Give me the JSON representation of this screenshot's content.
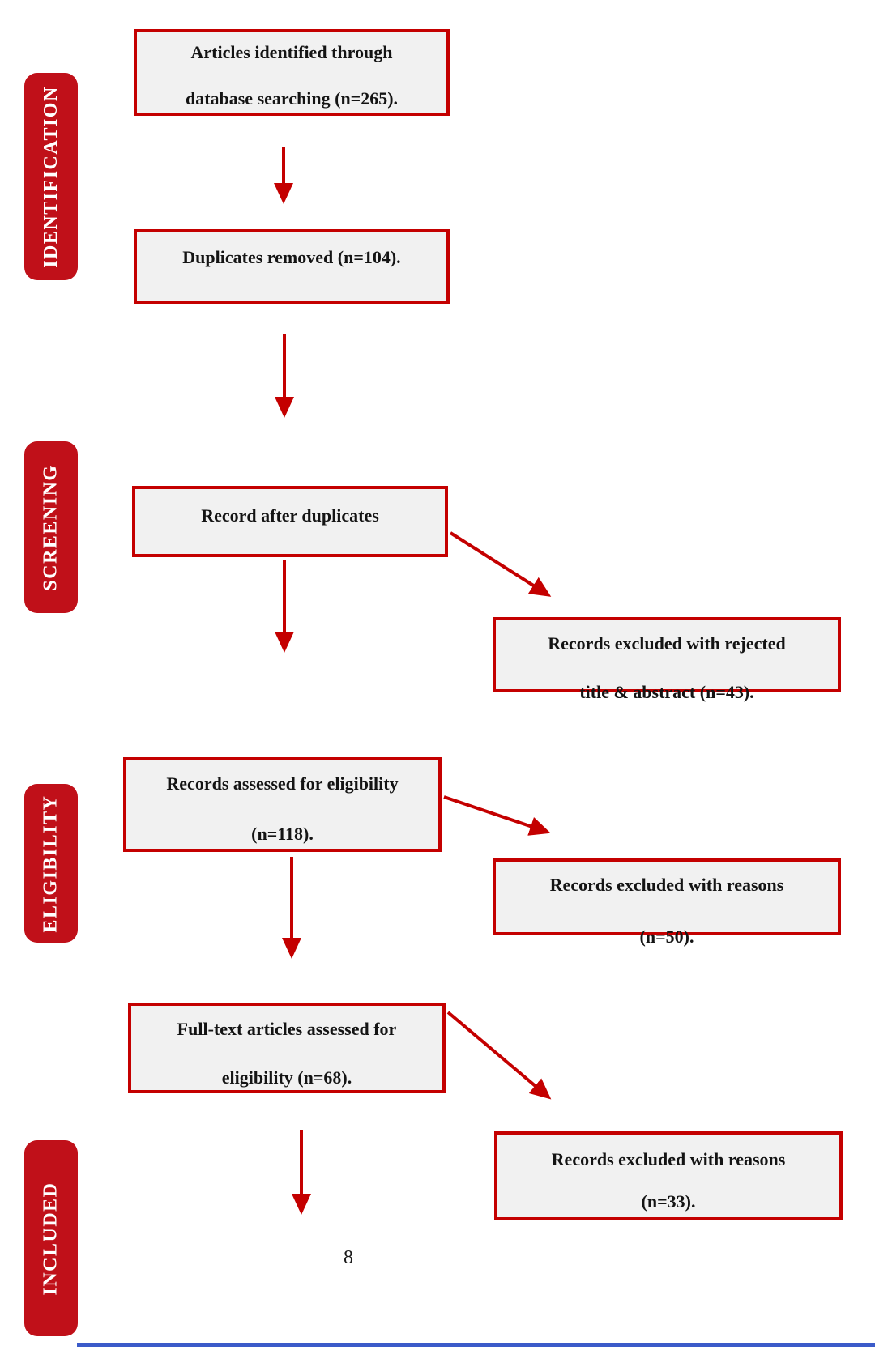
{
  "stages": [
    {
      "label": "IDENTIFICATION"
    },
    {
      "label": "SCREENING"
    },
    {
      "label": "ELIGIBILITY"
    },
    {
      "label": "INCLUDED"
    }
  ],
  "flow": {
    "identified": {
      "line1": "Articles identified through",
      "line2": "database searching (n=265)."
    },
    "duplicates_removed": {
      "line1": "Duplicates removed (n=104)."
    },
    "after_duplicates": {
      "line1": "Record after duplicates"
    },
    "assessed": {
      "line1": "Records assessed for eligibility",
      "line2": "(n=118)."
    },
    "fulltext": {
      "line1": "Full-text articles assessed for",
      "line2": "eligibility (n=68)."
    }
  },
  "excluded": {
    "title_abstract": {
      "line1": "Records excluded with rejected",
      "line2": "title & abstract (n=43)."
    },
    "reasons_50": {
      "line1": "Records excluded with reasons",
      "line2": "(n=50)."
    },
    "reasons_33": {
      "line1": "Records excluded with reasons",
      "line2": "(n=33)."
    }
  },
  "page": {
    "number": "8"
  },
  "colors": {
    "sidebar_red": "#c01019",
    "box_border_red": "#c40000",
    "arrow_red": "#c40000",
    "box_fill": "#f1f1f1",
    "bottom_rule_blue": "#3b5bc9"
  }
}
